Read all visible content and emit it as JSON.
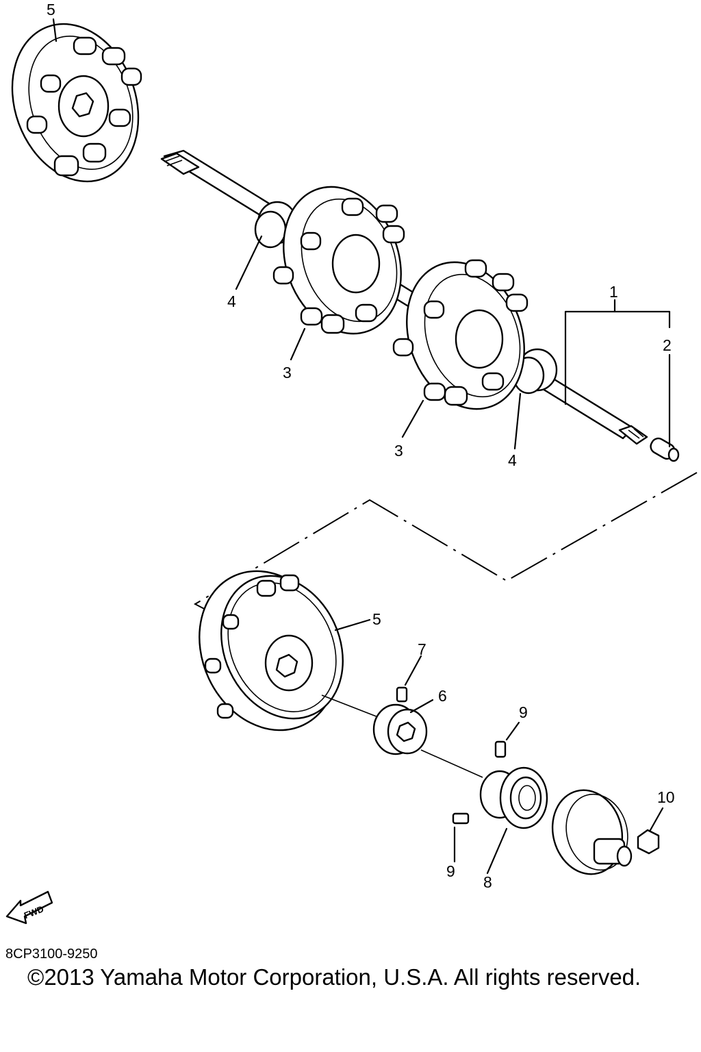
{
  "callouts": {
    "c1": "1",
    "c2": "2",
    "c3a": "3",
    "c3b": "3",
    "c4a": "4",
    "c4b": "4",
    "c5a": "5",
    "c5b": "5",
    "c6": "6",
    "c7": "7",
    "c8": "8",
    "c9a": "9",
    "c9b": "9",
    "c10": "10"
  },
  "fwd_label": "FWD",
  "part_code": "8CP3100-9250",
  "copyright": "©2013 Yamaha Motor Corporation, U.S.A. All rights reserved.",
  "colors": {
    "ink": "#000000",
    "paper": "#ffffff"
  }
}
